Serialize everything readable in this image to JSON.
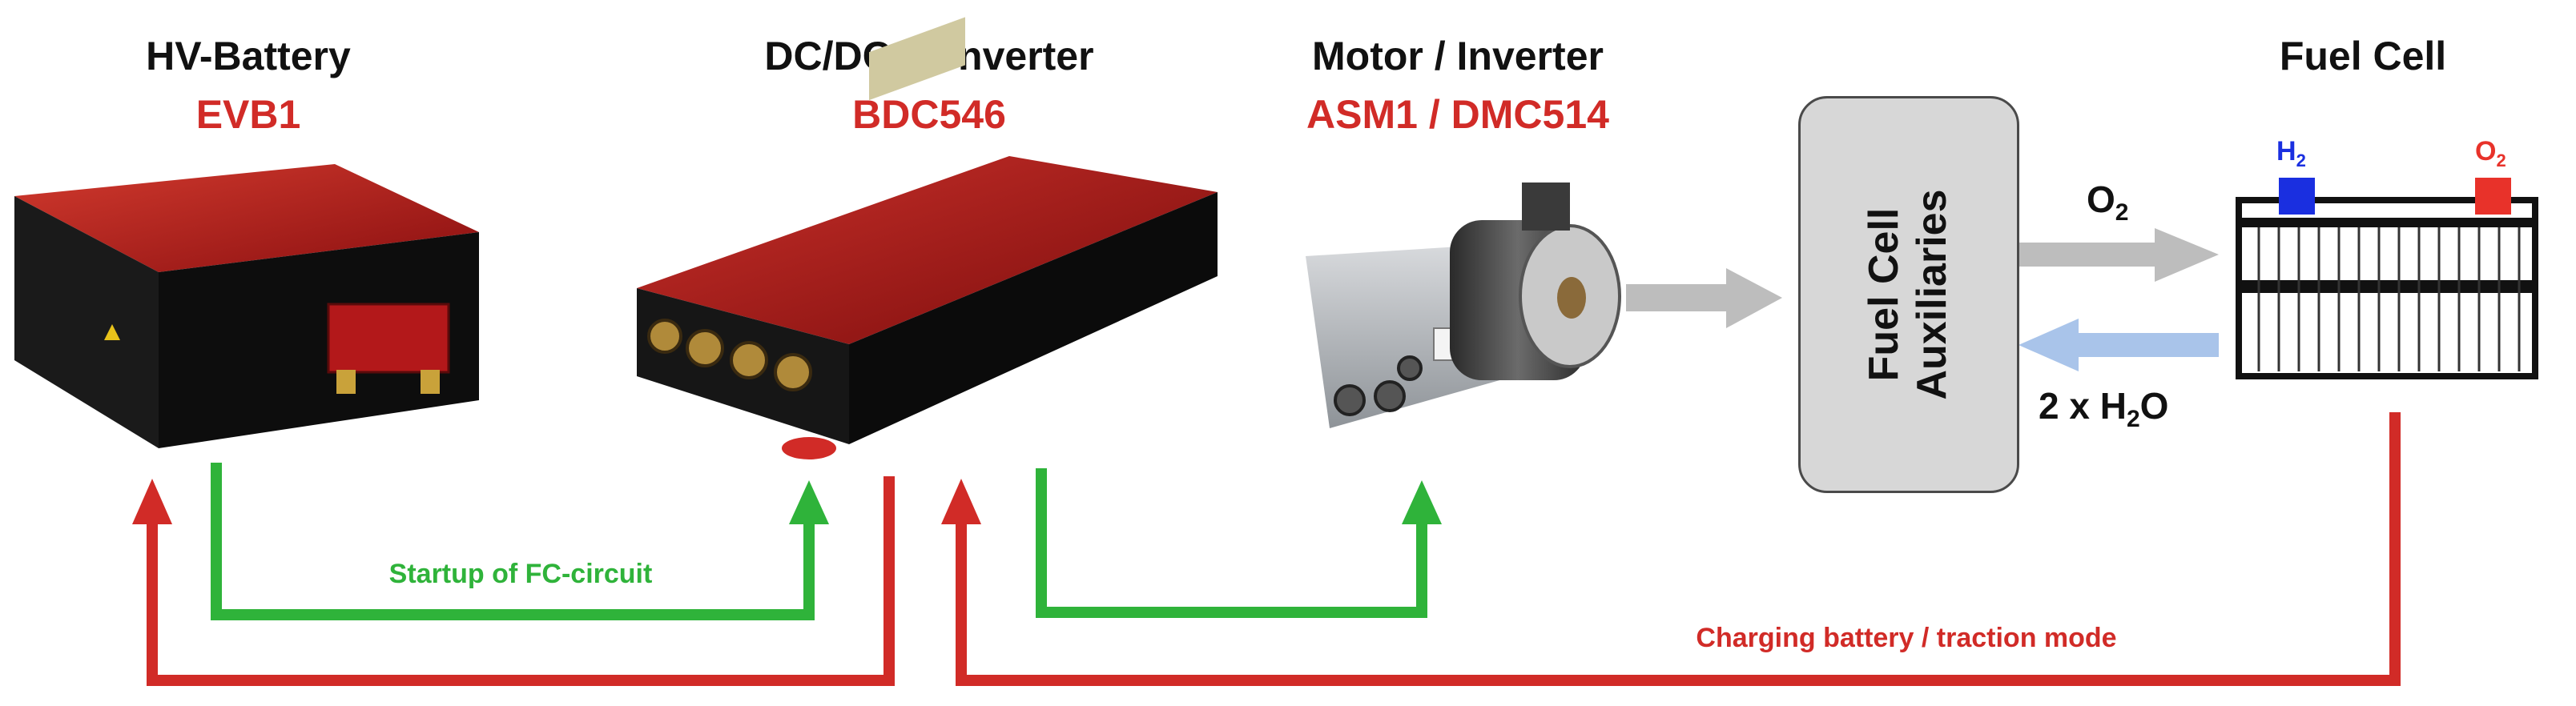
{
  "components": {
    "battery": {
      "title": "HV-Battery",
      "model": "EVB1"
    },
    "dcdc": {
      "title": "DC/DC-Converter",
      "model": "BDC546"
    },
    "motor": {
      "title": "Motor / Inverter",
      "model": "ASM1 / DMC514"
    },
    "fuel_cell": {
      "title": "Fuel Cell",
      "h2_label": "H",
      "h2_sub": "2",
      "o2_label": "O",
      "o2_sub": "2"
    }
  },
  "auxiliaries": {
    "line1": "Fuel Cell",
    "line2": "Auxiliaries"
  },
  "gas_flows": {
    "o2_label": "O",
    "o2_sub": "2",
    "water_prefix": "2 x H",
    "water_sub": "2",
    "water_suffix": "O"
  },
  "circuits": {
    "startup": "Startup of FC-circuit",
    "charging": "Charging battery / traction mode"
  },
  "colors": {
    "red": "#d12b27",
    "green": "#2fb33a",
    "grey_arrow": "#bdbdbd",
    "blue_arrow": "#a9c4ea",
    "device_red": "#b01818",
    "device_black": "#141414"
  }
}
